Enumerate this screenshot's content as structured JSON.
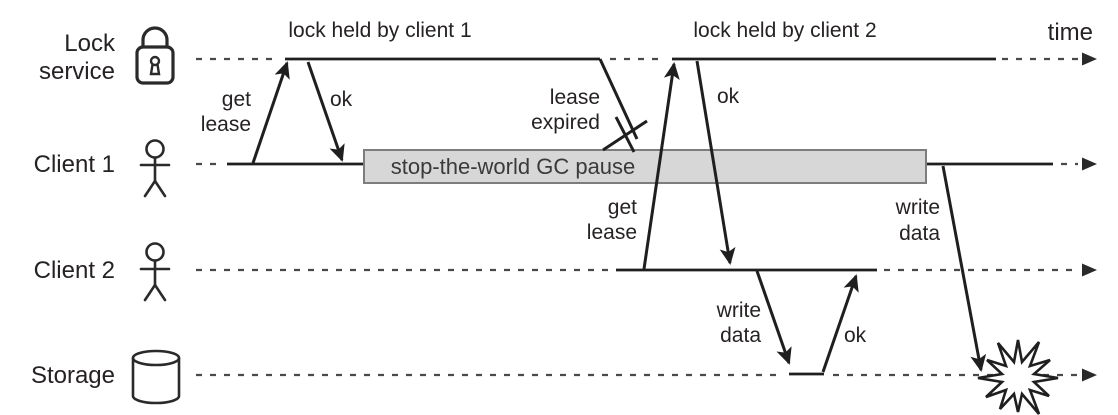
{
  "axis": {
    "time_label": "time"
  },
  "lanes": [
    {
      "id": "lock-service",
      "label_lines": [
        "Lock",
        "service"
      ],
      "icon": "padlock-icon"
    },
    {
      "id": "client-1",
      "label_lines": [
        "Client 1"
      ],
      "icon": "person-icon"
    },
    {
      "id": "client-2",
      "label_lines": [
        "Client 2"
      ],
      "icon": "person-icon"
    },
    {
      "id": "storage",
      "label_lines": [
        "Storage"
      ],
      "icon": "database-icon"
    }
  ],
  "annotations": {
    "lock_held_by_client_1": "lock held by client 1",
    "lock_held_by_client_2": "lock held by client 2",
    "gc_pause": "stop-the-world GC pause"
  },
  "messages": {
    "client1_get_lease": [
      "get",
      "lease"
    ],
    "client1_ok": "ok",
    "lease_expired": [
      "lease",
      "expired"
    ],
    "client2_get_lease": [
      "get",
      "lease"
    ],
    "client2_ok": "ok",
    "client2_write_data": [
      "write",
      "data"
    ],
    "storage_ok": "ok",
    "client1_write_data": [
      "write",
      "data"
    ]
  },
  "colors": {
    "solid_line": "#1f1f1f",
    "dashed_line": "#4a4a4a",
    "text": "#262223",
    "gc_box_fill": "#d7d7d7",
    "gc_box_border": "#7d7d7d",
    "starburst_fill": "#ffffff",
    "background": "#ffffff"
  }
}
